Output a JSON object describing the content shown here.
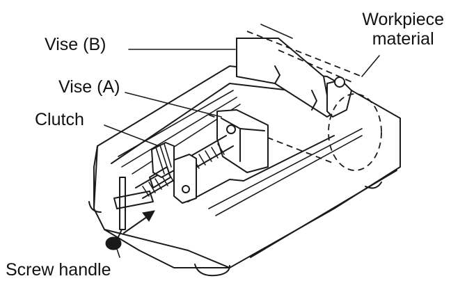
{
  "figure": {
    "labels": {
      "vise_b": "Vise (B)",
      "vise_a": "Vise (A)",
      "clutch": "Clutch",
      "screw_handle": "Screw handle",
      "workpiece_line1": "Workpiece",
      "workpiece_line2": "material"
    }
  }
}
